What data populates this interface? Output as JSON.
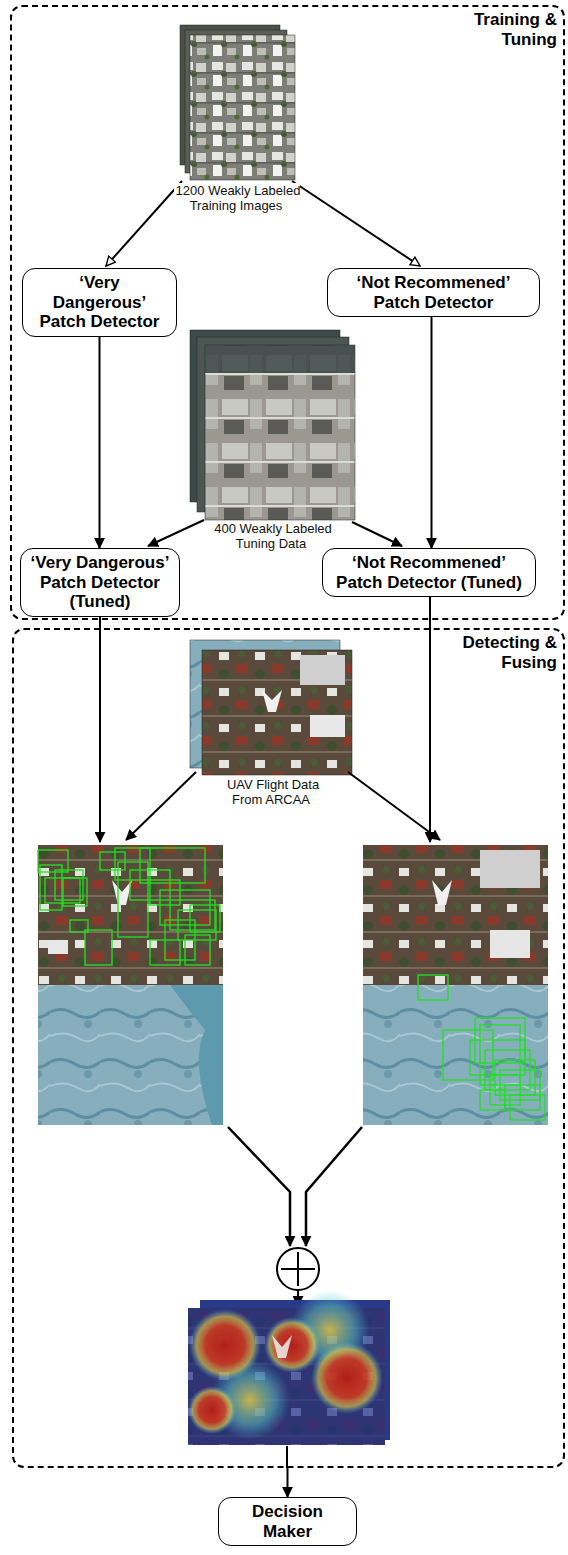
{
  "diagram": {
    "nodes": [
      {
        "text": [
          "Training & Tuning"
        ]
      },
      {
        "text": [
          "‘Very Dangerous’ Patch Detector"
        ],
        "in": 0
      },
      {
        "text": [
          "‘Not Recommened’ Patch Detector"
        ],
        "in": 0
      },
      {
        "text": [
          "‘Very Dangerous’ Patch Detector (Tuned)"
        ],
        "in": 0
      },
      {
        "text": [
          "‘Not Recommened’ Patch Detector (Tuned)"
        ],
        "in": 0
      },
      {
        "text": [
          "Detecting & Fusing"
        ]
      },
      {
        "text": [
          "Decision Maker"
        ]
      }
    ],
    "edges": [
      {
        "from": 1,
        "to": 3,
        "arrow": "to"
      },
      {
        "from": 2,
        "to": 4,
        "arrow": "to"
      },
      {
        "from": 5,
        "to": 6,
        "arrow": "to"
      }
    ],
    "labels": [
      "1200 Weakly Labeled Training Images",
      "400 Weakly Labeled Tuning Data",
      "UAV Flight Data From ARCAA"
    ]
  }
}
